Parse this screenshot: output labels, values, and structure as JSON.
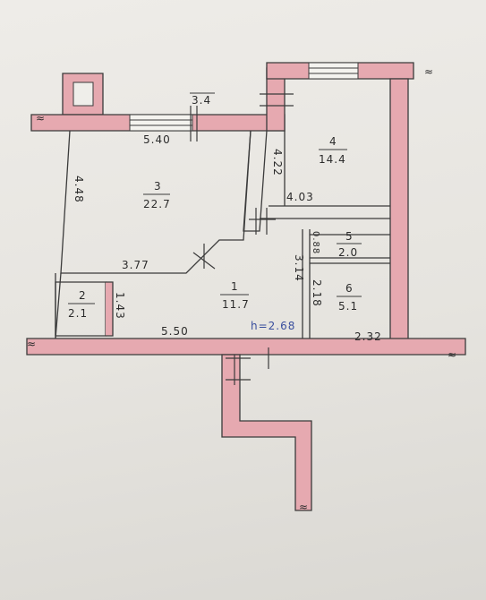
{
  "rooms": [
    {
      "id": "1",
      "area": "11.7"
    },
    {
      "id": "2",
      "area": "2.1"
    },
    {
      "id": "3",
      "area": "22.7"
    },
    {
      "id": "4",
      "area": "14.4"
    },
    {
      "id": "5",
      "area": "2.0"
    },
    {
      "id": "6",
      "area": "5.1"
    }
  ],
  "dimensions": {
    "top_room_34": "3.4",
    "room3_top": "5.40",
    "room3_left": "4.48",
    "room3_bottom": "3.77",
    "room4_left": "4.22",
    "room4_bottom": "4.03",
    "hall_right": "3.14",
    "room5_height": "0.88",
    "room6_height": "2.18",
    "room2_height": "1.43",
    "bottom_length": "5.50",
    "room6_bottom": "2.32"
  },
  "ceiling_height": "h=2.68",
  "break_marks": [
    "≈",
    "≈",
    "≈",
    "≈",
    "≈"
  ],
  "colors": {
    "wall": "#e6a9b0",
    "line": "#3b3b3b",
    "paper": "#e9e7e2",
    "blue_ink": "#3a4f9e"
  }
}
